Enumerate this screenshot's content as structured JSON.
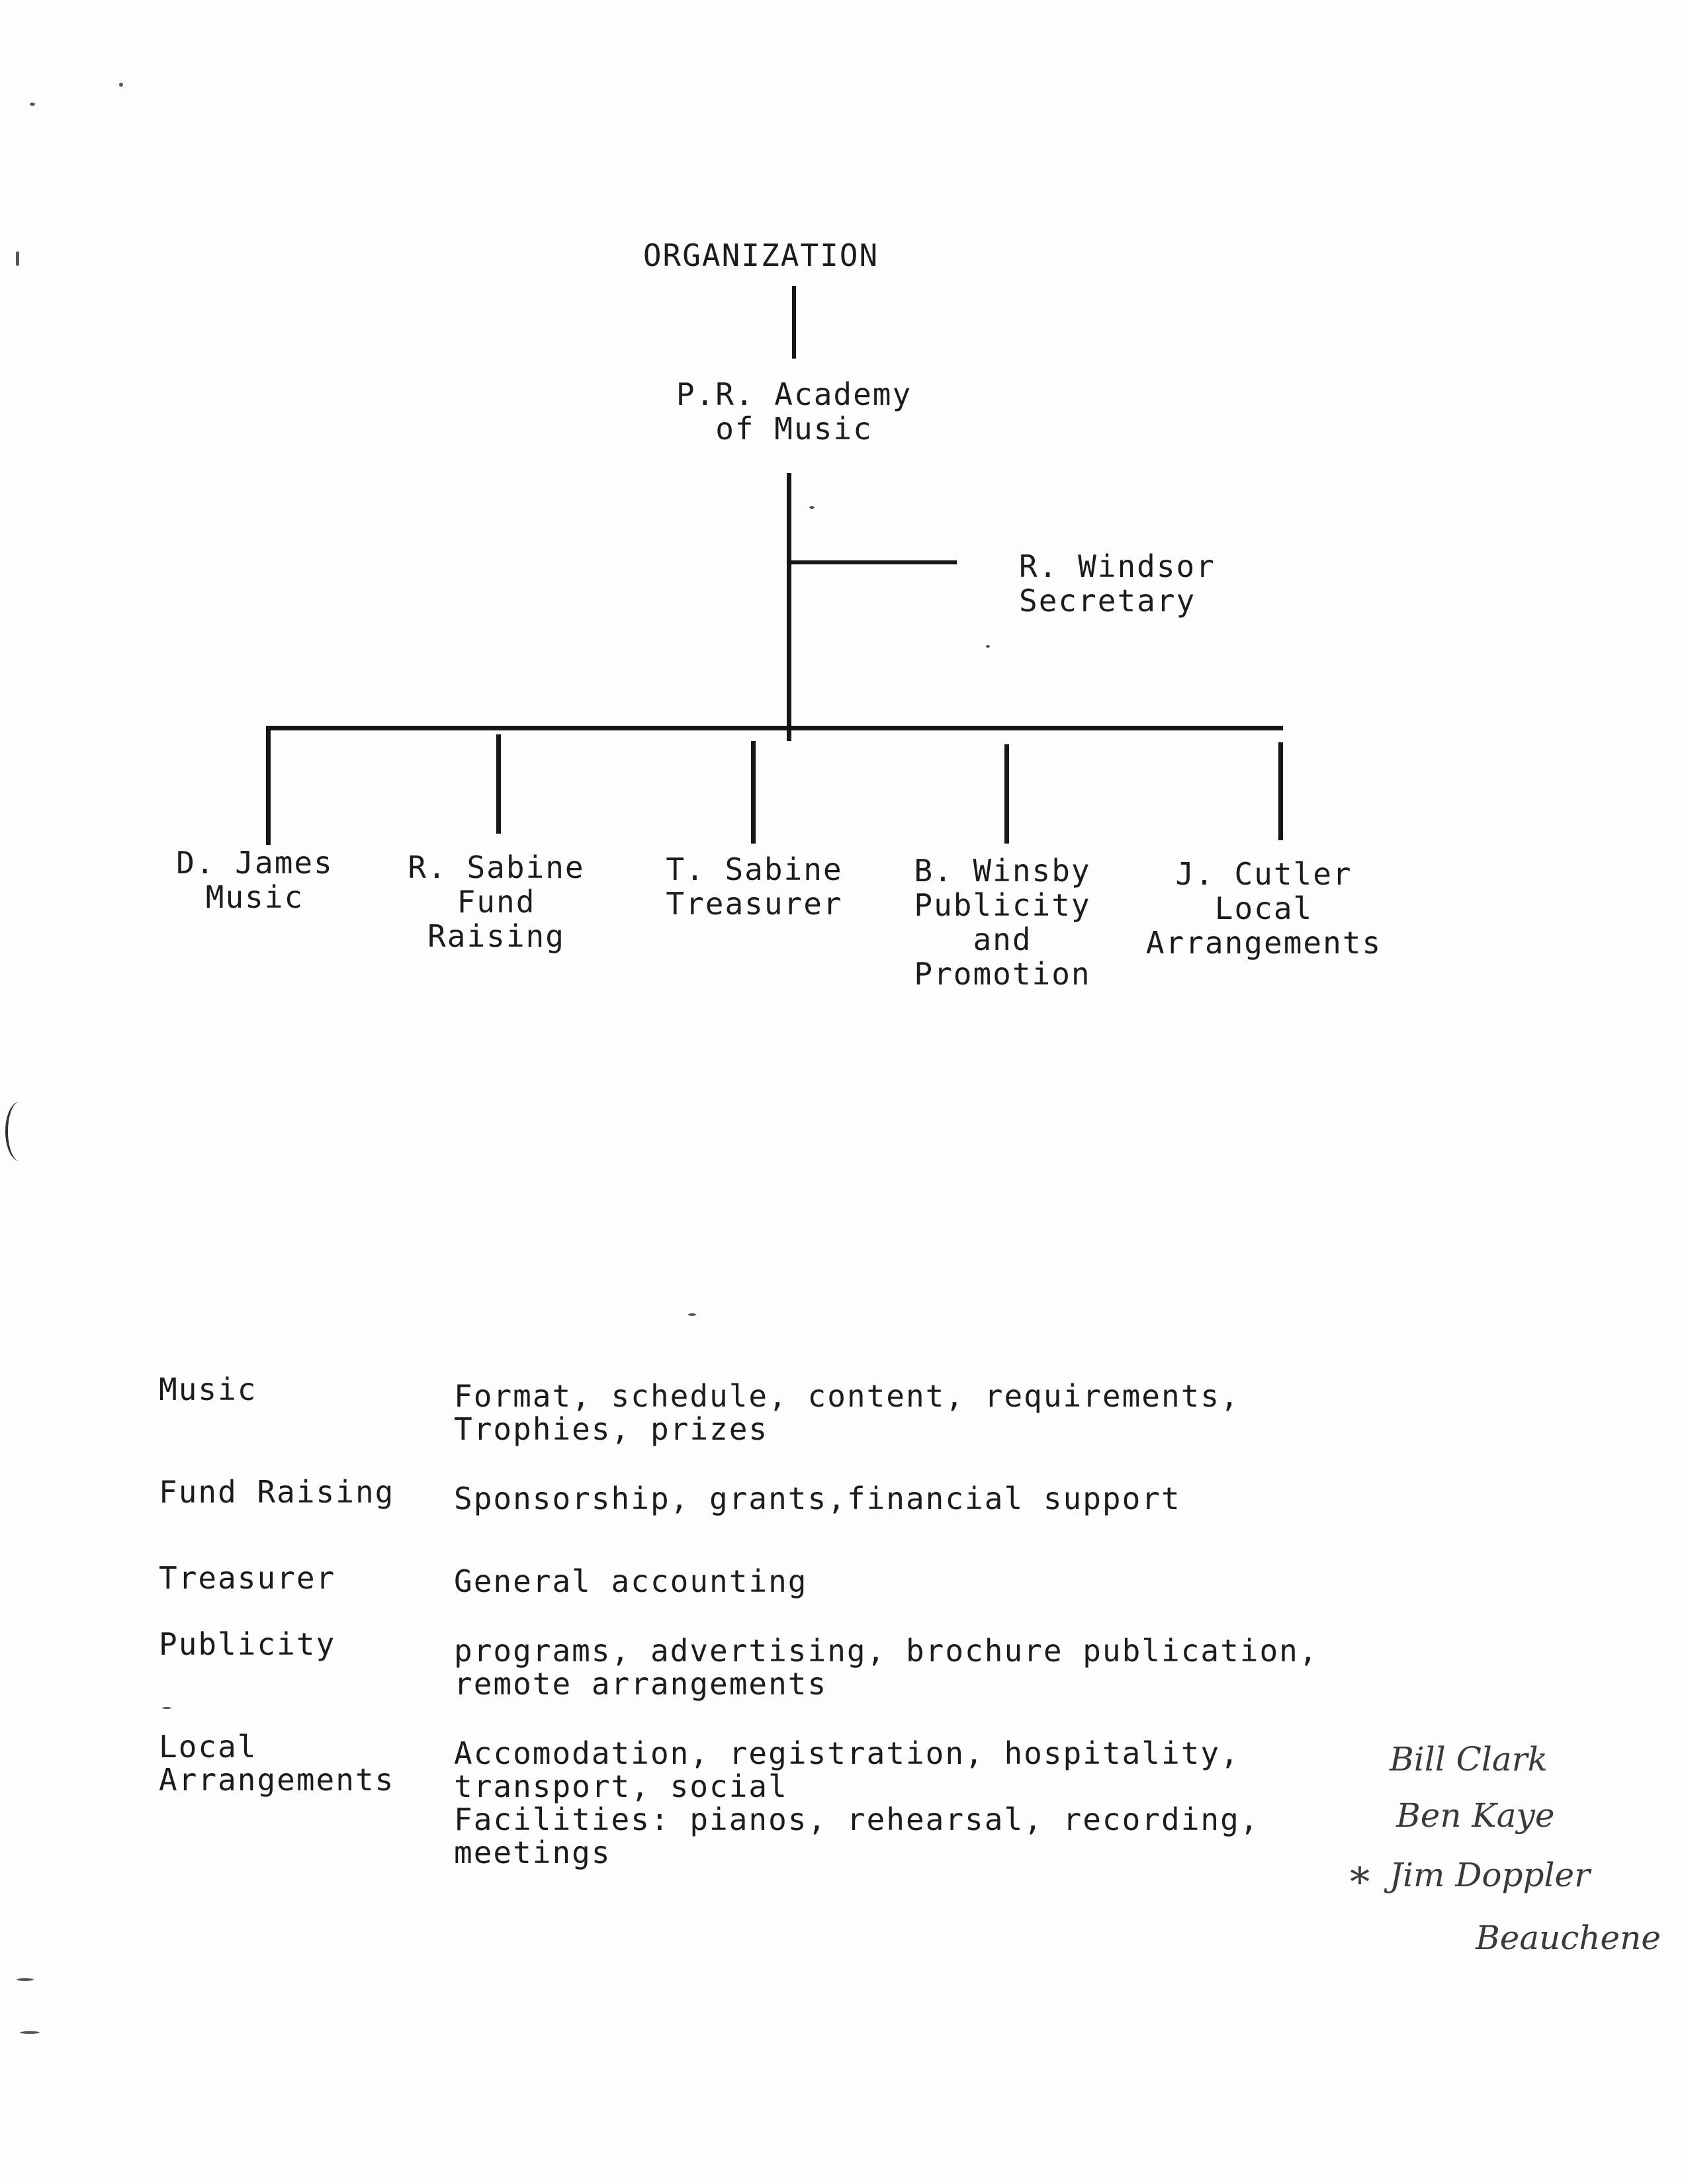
{
  "chart": {
    "title": "ORGANIZATION",
    "root": {
      "line1": "P.R. Academy",
      "line2": "of Music"
    },
    "secretary": {
      "name": "R. Windsor",
      "role": "Secretary"
    },
    "members": [
      {
        "name": "D. James",
        "role": [
          "Music"
        ]
      },
      {
        "name": "R. Sabine",
        "role": [
          "Fund",
          "Raising"
        ]
      },
      {
        "name": "T. Sabine",
        "role": [
          "Treasurer"
        ]
      },
      {
        "name": "B. Winsby",
        "role": [
          "Publicity",
          "and",
          "Promotion"
        ]
      },
      {
        "name": "J. Cutler",
        "role": [
          "Local",
          "Arrangements"
        ]
      }
    ]
  },
  "duties": [
    {
      "label": [
        "Music"
      ],
      "desc": [
        "Format, schedule, content, requirements,",
        "Trophies, prizes"
      ]
    },
    {
      "label": [
        "Fund Raising"
      ],
      "desc": [
        "Sponsorship, grants,financial support"
      ]
    },
    {
      "label": [
        "Treasurer"
      ],
      "desc": [
        "General accounting"
      ]
    },
    {
      "label": [
        "Publicity"
      ],
      "desc": [
        "programs, advertising, brochure publication,",
        "remote arrangements"
      ]
    },
    {
      "label": [
        "Local",
        "Arrangements"
      ],
      "desc": [
        "Accomodation, registration, hospitality,",
        "transport, social",
        "Facilities: pianos, rehearsal, recording,",
        "meetings"
      ]
    }
  ],
  "handwritten_notes": [
    "Bill Clark",
    "Ben Kaye",
    "Jim Doppler",
    "Beauchene"
  ],
  "handwritten_mark": "*"
}
